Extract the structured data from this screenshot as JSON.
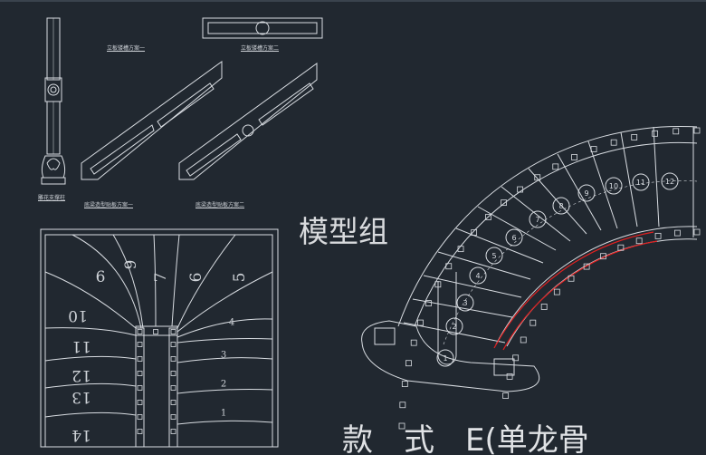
{
  "labels": {
    "baluster": "雕花支撑柱",
    "riser_scheme_1": "立板镂槽方案一",
    "riser_scheme_2": "立板镂槽方案二",
    "stringer_plate_1": "底梁造型贴板方案一",
    "stringer_plate_2": "底梁造型贴板方案二",
    "model_group": "模型组",
    "style_title": "款　式　E(单龙骨"
  },
  "plan_left_steps": [
    "1",
    "2",
    "3",
    "4",
    "5",
    "6",
    "7",
    "9",
    "6",
    "10",
    "11",
    "12",
    "13",
    "14"
  ],
  "plan_right_steps": [
    "1",
    "2",
    "3",
    "4",
    "5",
    "6",
    "7",
    "8",
    "9",
    "10",
    "11",
    "12"
  ],
  "colors": {
    "background": "#212830",
    "line": "#d9dde2",
    "highlight": "#e02020"
  }
}
